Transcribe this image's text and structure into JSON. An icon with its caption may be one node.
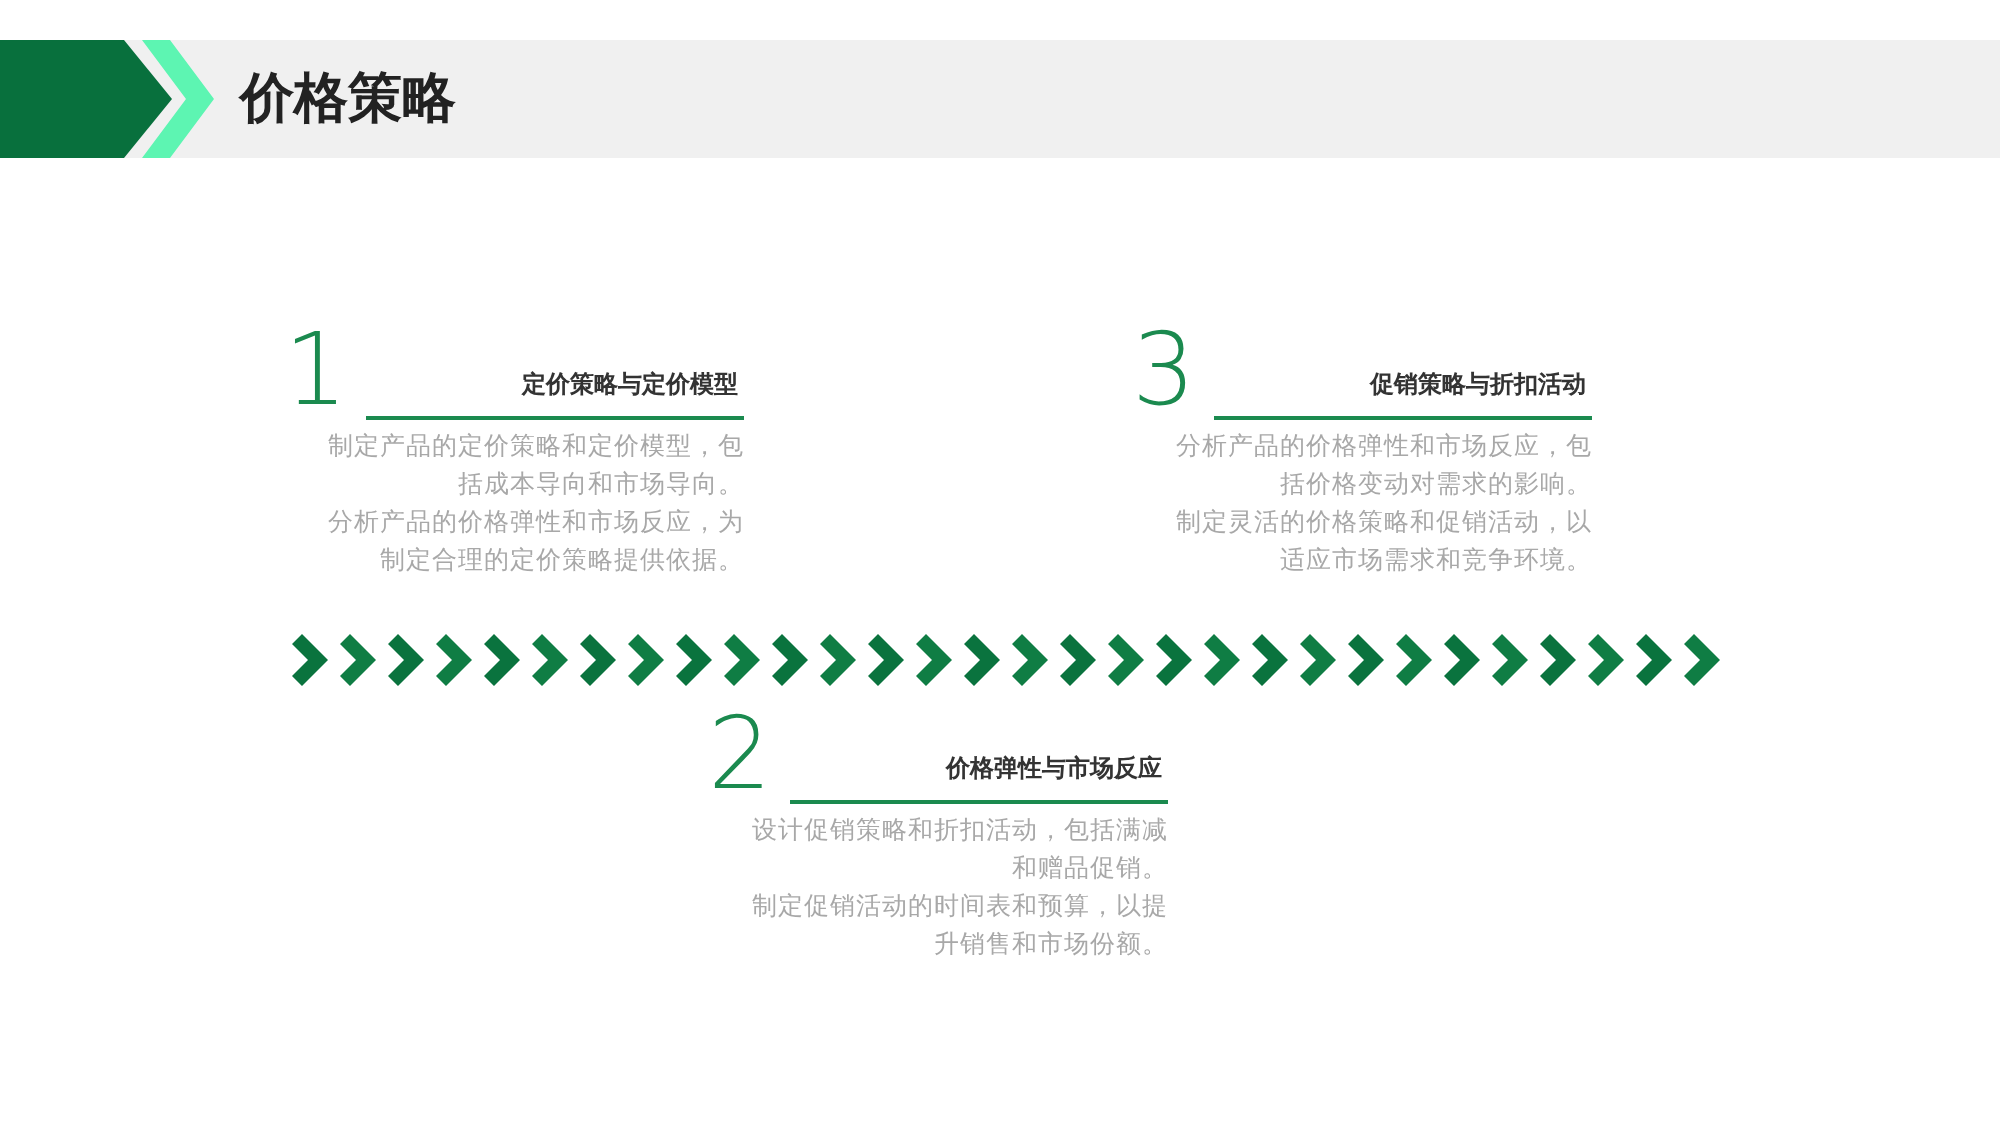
{
  "diagram": {
    "title": "价格策略",
    "labels": [
      "1",
      "定价策略与定价模型",
      "制定产品的定价策略和定价模型，包括成本导向和市场导向。",
      "分析产品的价格弹性和市场反应，为制定合理的定价策略提供依据。",
      "3",
      "促销策略与折扣活动",
      "分析产品的价格弹性和市场反应，包括价格变动对需求的影响。",
      "制定灵活的价格策略和促销活动，以适应市场需求和竞争环境。",
      "2",
      "价格弹性与市场反应",
      "设计促销策略和折扣活动，包括满减和赠品促销。",
      "制定促销活动的时间表和预算，以提升销售和市场份额。"
    ]
  }
}
